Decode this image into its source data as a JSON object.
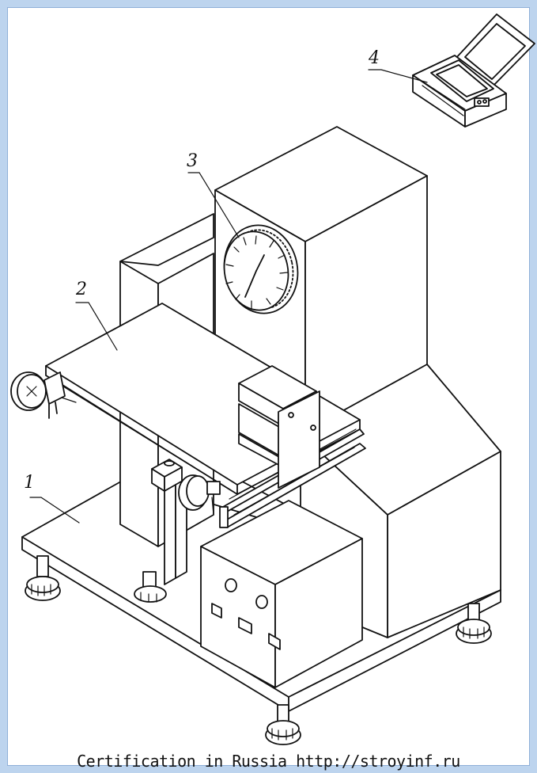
{
  "labels": {
    "l1": "1",
    "l2": "2",
    "l3": "3",
    "l4": "4"
  },
  "footer": {
    "text": "Certification in Russia http://stroyinf.ru"
  },
  "colors": {
    "frame": "#bdd4ee",
    "panel": "#ffffff",
    "ink": "#111111"
  }
}
